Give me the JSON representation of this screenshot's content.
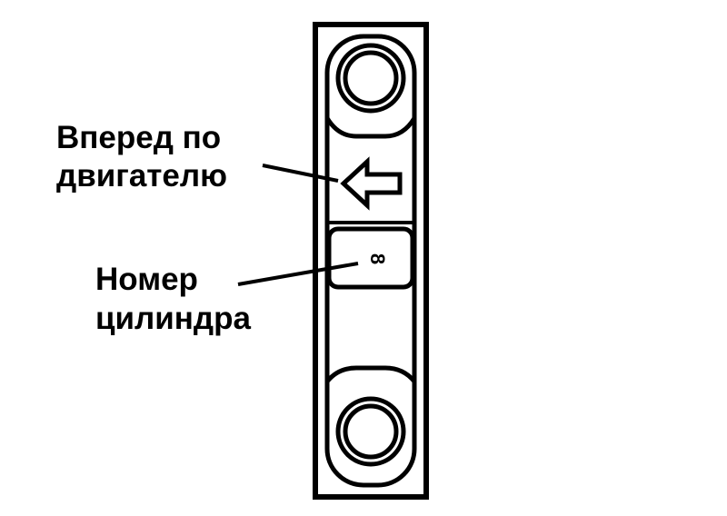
{
  "labels": {
    "forward": {
      "line1": "Вперед по",
      "line2": "двигателю"
    },
    "cylinder": {
      "line1": "Номер",
      "line2": "цилиндра"
    }
  },
  "cylinder_marking": "8",
  "colors": {
    "ink": "#000000",
    "paper": "#ffffff"
  }
}
